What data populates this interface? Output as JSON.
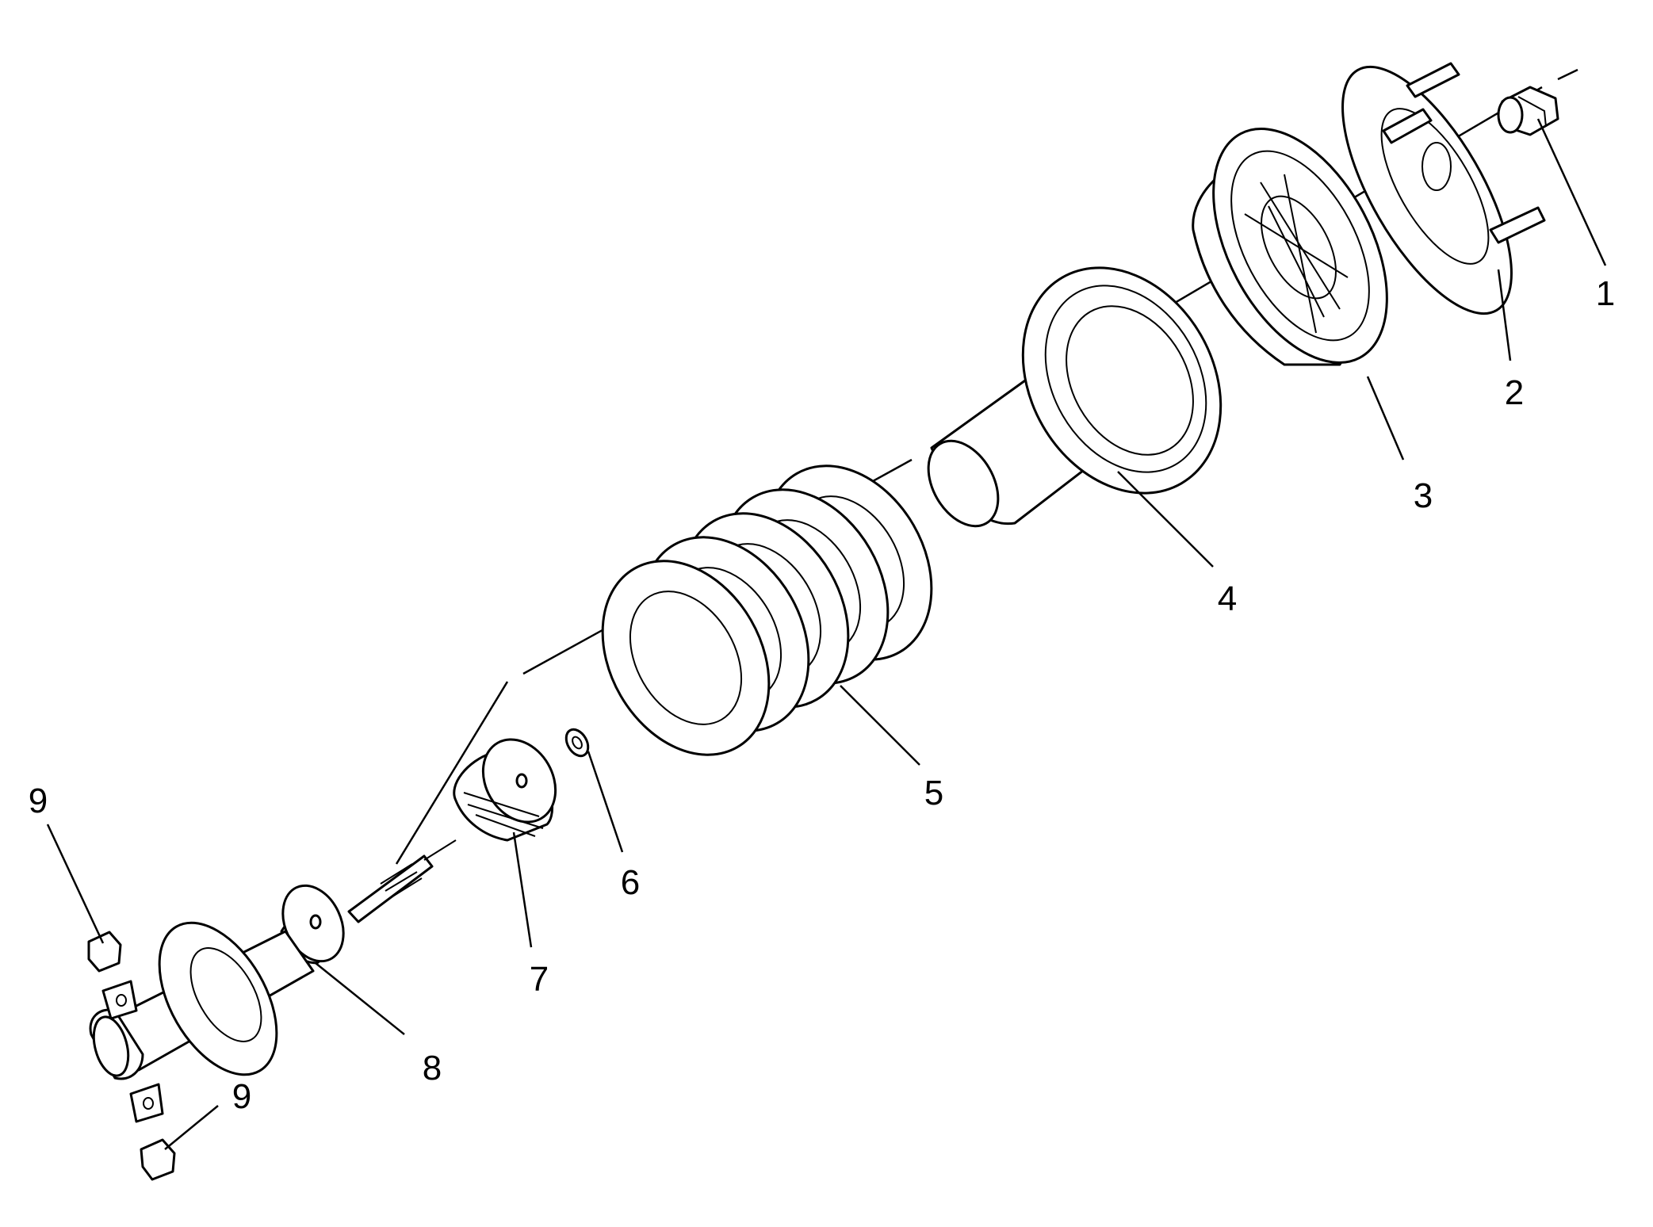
{
  "callouts": [
    {
      "id": "1",
      "label": "1",
      "part": "nut"
    },
    {
      "id": "2",
      "label": "2",
      "part": "upper-mount-plate"
    },
    {
      "id": "3",
      "label": "3",
      "part": "strut-mount-bearing"
    },
    {
      "id": "4",
      "label": "4",
      "part": "spring-upper-seat"
    },
    {
      "id": "5",
      "label": "5",
      "part": "coil-spring"
    },
    {
      "id": "6",
      "label": "6",
      "part": "washer"
    },
    {
      "id": "7",
      "label": "7",
      "part": "jounce-bumper"
    },
    {
      "id": "8",
      "label": "8",
      "part": "dust-shield-cap"
    },
    {
      "id": "9a",
      "label": "9",
      "part": "bushing-retainer-upper"
    },
    {
      "id": "9b",
      "label": "9",
      "part": "bushing-retainer-lower"
    }
  ],
  "colors": {
    "line": "#000000",
    "background": "#ffffff"
  }
}
